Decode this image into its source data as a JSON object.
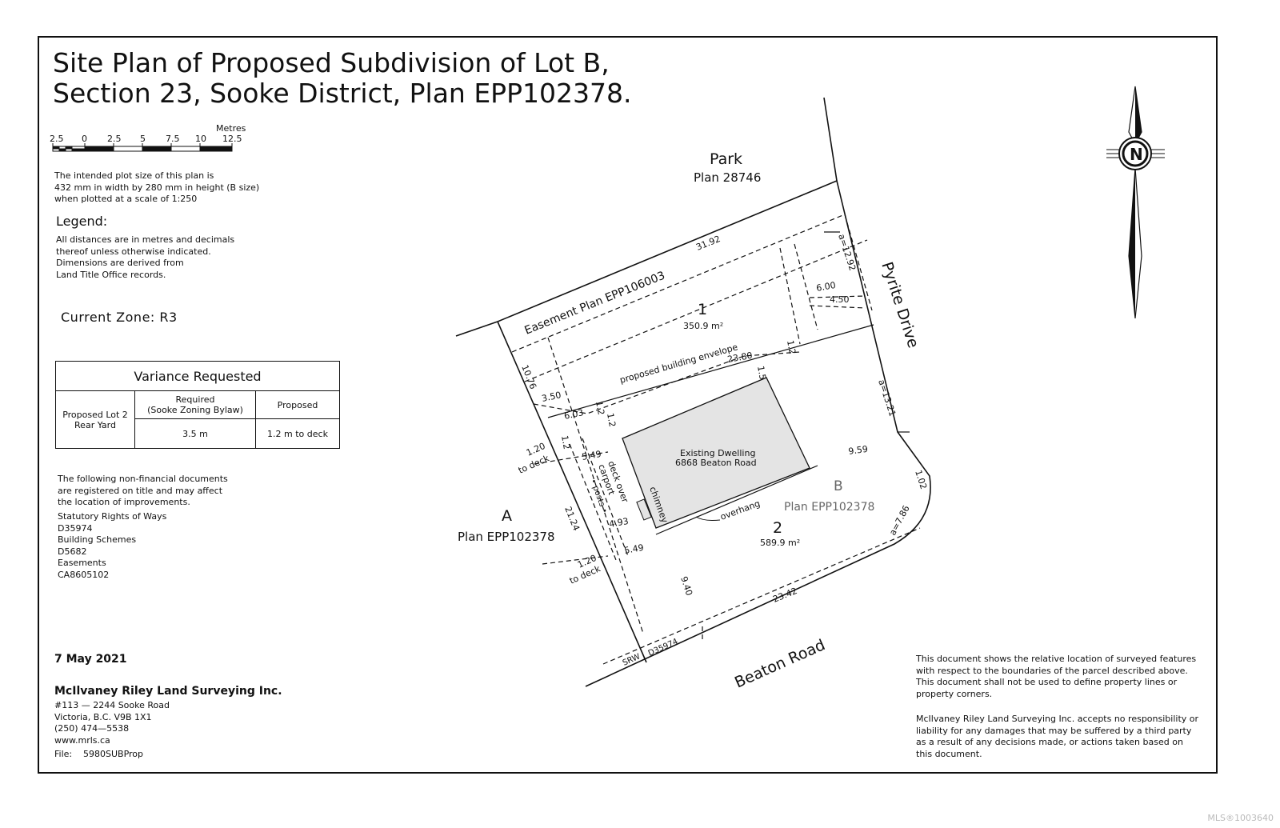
{
  "title": {
    "line1": "Site Plan of Proposed Subdivision of Lot B,",
    "line2": "Section 23, Sooke District, Plan EPP102378."
  },
  "scale_bar": {
    "unit": "Metres",
    "ticks": [
      "2.5",
      "0",
      "2.5",
      "5",
      "7.5",
      "10",
      "12.5"
    ]
  },
  "plot_note": [
    "The intended plot size of this plan is",
    "432 mm in width by 280 mm in height (B size)",
    "when plotted at a scale of 1:250"
  ],
  "legend": {
    "heading": "Legend:",
    "lines": [
      "All distances are in metres and decimals",
      "thereof unless otherwise indicated.",
      "Dimensions are derived from",
      "Land Title Office records."
    ]
  },
  "zone": "Current Zone:  R3",
  "variance": {
    "title": "Variance Requested",
    "row_label": [
      "Proposed Lot 2",
      "Rear Yard"
    ],
    "required_header": [
      "Required",
      "(Sooke Zoning Bylaw)"
    ],
    "proposed_header": "Proposed",
    "required_value": "3.5 m",
    "proposed_value": "1.2 m to deck"
  },
  "documents": {
    "intro": [
      "The following non-financial documents",
      "are registered on title and may affect",
      "the location of improvements."
    ],
    "items": [
      "Statutory Rights of Ways",
      "D35974",
      "Building Schemes",
      "D5682",
      "Easements",
      "CA8605102"
    ]
  },
  "date": "7 May 2021",
  "company": {
    "name": "McIlvaney Riley Land Surveying Inc.",
    "address": [
      "#113 — 2244 Sooke Road",
      "Victoria, B.C.  V9B 1X1",
      "(250) 474—5538",
      "www.mrls.ca"
    ],
    "file_label": "File:",
    "file_value": "5980SUBProp"
  },
  "disclaimer": {
    "para1": [
      "This document shows the relative location of surveyed features",
      "with respect to the boundaries of the parcel described above.",
      "This document shall not be used to define property lines or",
      "property corners."
    ],
    "para2": [
      "McIlvaney Riley Land Surveying Inc. accepts no responsibility or",
      "liability for any damages that may be suffered by a third party",
      "as a result of any decisions made, or actions taken based on",
      "this document."
    ]
  },
  "north_label": "N",
  "map_labels": {
    "park": "Park",
    "park_plan": "Plan 28746",
    "pyrite": "Pyrite Drive",
    "beaton": "Beaton Road",
    "lot_a": "A",
    "lot_a_plan": "Plan EPP102378",
    "lot_b": "B",
    "lot_b_plan": "Plan EPP102378",
    "lot1": "1",
    "lot1_area": "350.9 m²",
    "lot2": "2",
    "lot2_area": "589.9 m²",
    "easement": "Easement Plan EPP106003",
    "envelope": "proposed building envelope",
    "dwelling1": "Existing Dwelling",
    "dwelling2": "6868 Beaton Road",
    "chimney": "chimney",
    "overhang": "overhang",
    "deck1": "deck over",
    "deck2": "carport",
    "posts": "• posts •",
    "to_deck": "to deck",
    "srw": "SRW",
    "d35974": "D35974"
  },
  "dimensions": {
    "d3192": "31.92",
    "a1292": "a=12.92",
    "d600": "6.00",
    "d450": "4.50",
    "d1076": "10.76",
    "d350": "3.50",
    "d603": "6.03",
    "d2380": "23.80",
    "d15": "1.5",
    "d12a": "1.2",
    "d12b": "1.2",
    "d12c": "1.2",
    "d12d": "1.2",
    "d120a": "1.20",
    "d120b": "1.20",
    "d549a": "5.49",
    "d549b": "5.49",
    "d493": "4.93",
    "d2124": "21.24",
    "d959": "9.59",
    "a1321": "a=13.21",
    "d102": "1.02",
    "a786": "a=7.86",
    "d940": "9.40",
    "d2342": "23.42"
  },
  "watermark": "MLS®1003640"
}
